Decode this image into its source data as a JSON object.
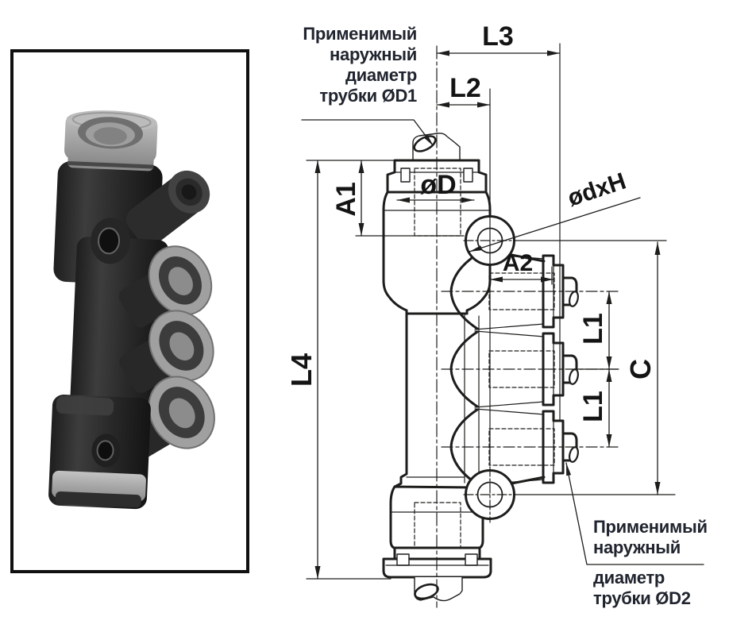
{
  "notes": {
    "d1": {
      "line1": "Применимый",
      "line2": "наружный",
      "line3": "диаметр",
      "line4": "трубки ØD1"
    },
    "d2": {
      "line1": "Применимый",
      "line2": "наружный",
      "line3": "диаметр",
      "line4": "трубки ØD2"
    }
  },
  "dims": {
    "L3": "L3",
    "L2": "L2",
    "A1": "A1",
    "oD": "øD",
    "odxH": "ødxH",
    "A2": "A2",
    "L1a": "L1",
    "L1b": "L1",
    "C": "C",
    "L4": "L4"
  },
  "colors": {
    "line": "#1d1d1b",
    "note_text": "#20242e",
    "dim_text": "#141414",
    "photo_frame": "#101010",
    "background": "#ffffff"
  }
}
